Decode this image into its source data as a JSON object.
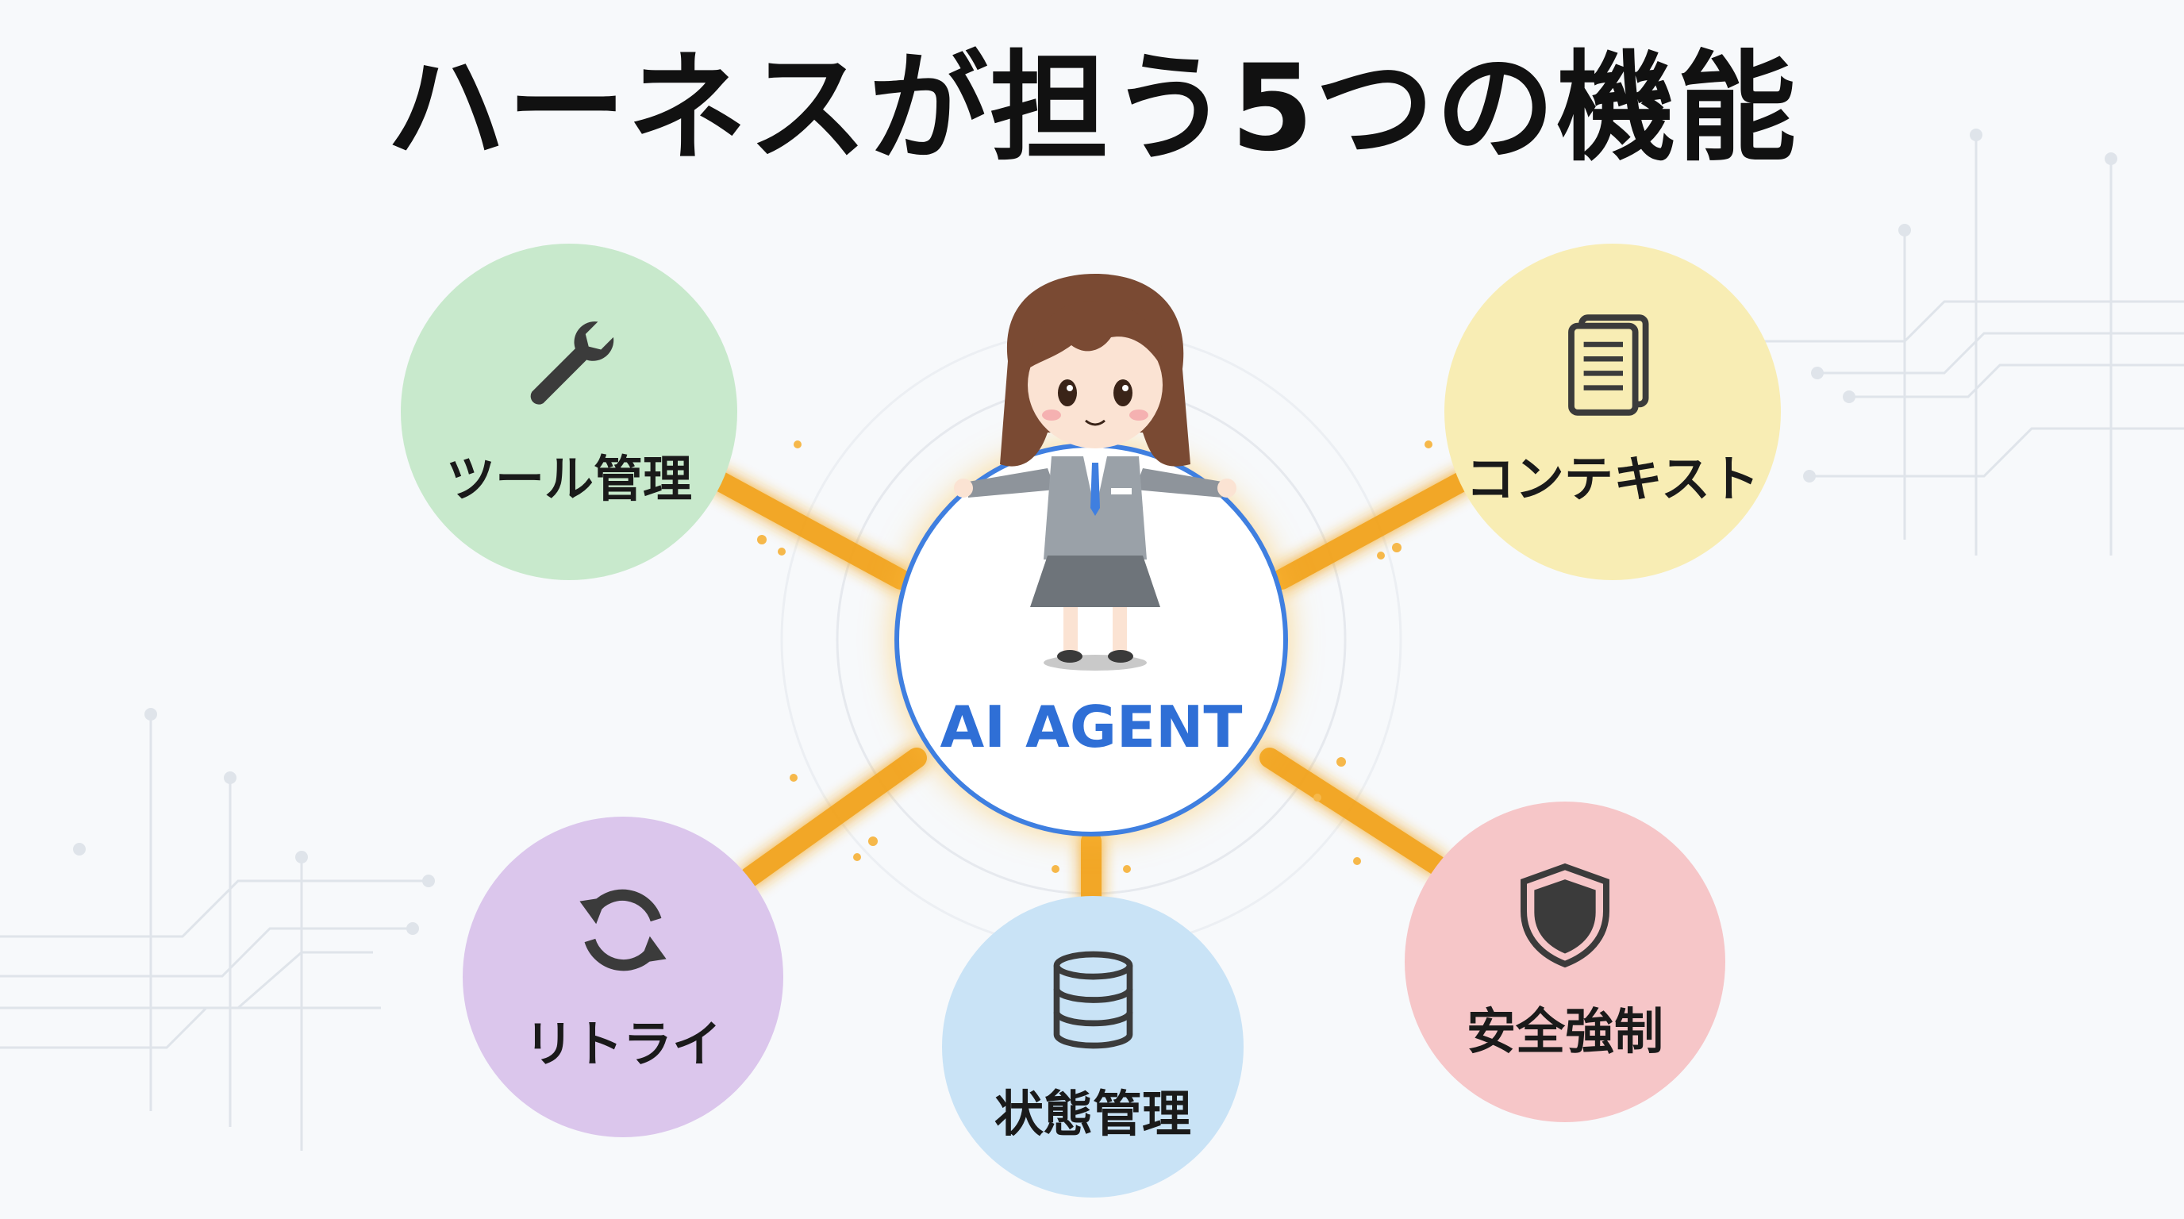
{
  "title": "ハーネスが担う5つの機能",
  "center": {
    "label": "AI AGENT"
  },
  "nodes": [
    {
      "label": "ツール管理",
      "icon": "wrench-icon",
      "color": "#c8e9cc"
    },
    {
      "label": "コンテキスト",
      "icon": "document-icon",
      "color": "#f8edb4"
    },
    {
      "label": "リトライ",
      "icon": "refresh-icon",
      "color": "#dbc6ec"
    },
    {
      "label": "状態管理",
      "icon": "database-icon",
      "color": "#c9e3f6"
    },
    {
      "label": "安全強制",
      "icon": "shield-icon",
      "color": "#f6c6c8"
    }
  ],
  "colors": {
    "accent": "#3f7fe0",
    "connector": "#f2a31c"
  }
}
